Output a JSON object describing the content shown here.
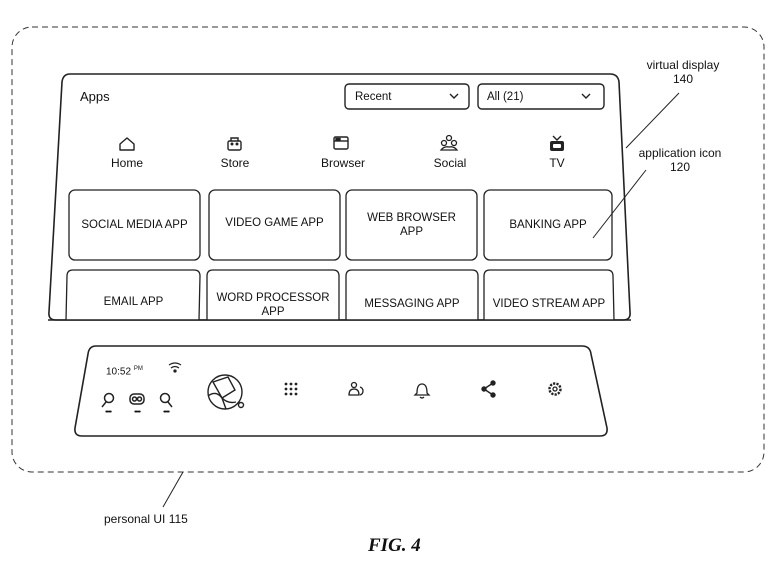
{
  "figure": {
    "caption": "FIG. 4"
  },
  "callouts": {
    "virtual_display": {
      "name": "virtual display",
      "ref": "140"
    },
    "application_icon": {
      "name": "application icon",
      "ref": "120"
    },
    "personal_ui": {
      "text": "personal UI 115"
    }
  },
  "virtual_display": {
    "title": "Apps",
    "sort_dropdown": {
      "value": "Recent",
      "icon": "chevron-down-icon"
    },
    "filter_dropdown": {
      "value": "All (21)",
      "icon": "chevron-down-icon"
    },
    "categories": [
      {
        "label": "Home",
        "icon": "home-icon"
      },
      {
        "label": "Store",
        "icon": "store-bag-icon"
      },
      {
        "label": "Browser",
        "icon": "browser-window-icon"
      },
      {
        "label": "Social",
        "icon": "social-people-icon"
      },
      {
        "label": "TV",
        "icon": "tv-icon"
      }
    ],
    "apps": [
      {
        "line1": "SOCIAL MEDIA APP",
        "line2": ""
      },
      {
        "line1": "VIDEO GAME APP",
        "line2": ""
      },
      {
        "line1": "WEB BROWSER",
        "line2": "APP"
      },
      {
        "line1": "BANKING APP",
        "line2": ""
      },
      {
        "line1": "EMAIL APP",
        "line2": ""
      },
      {
        "line1": "WORD PROCESSOR",
        "line2": "APP"
      },
      {
        "line1": "MESSAGING APP",
        "line2": ""
      },
      {
        "line1": "VIDEO STREAM APP",
        "line2": ""
      }
    ]
  },
  "personal_ui": {
    "time": "10:52",
    "ampm": "PM",
    "status_icons": [
      "wifi-icon"
    ],
    "devices": [
      {
        "icon": "controller-left-icon",
        "battery": "••••"
      },
      {
        "icon": "headset-icon",
        "battery": "••••"
      },
      {
        "icon": "controller-right-icon",
        "battery": "••••"
      }
    ],
    "dock": [
      "avatar-icon",
      "apps-grid-icon",
      "people-icon",
      "bell-icon",
      "share-icon",
      "gear-icon"
    ]
  }
}
